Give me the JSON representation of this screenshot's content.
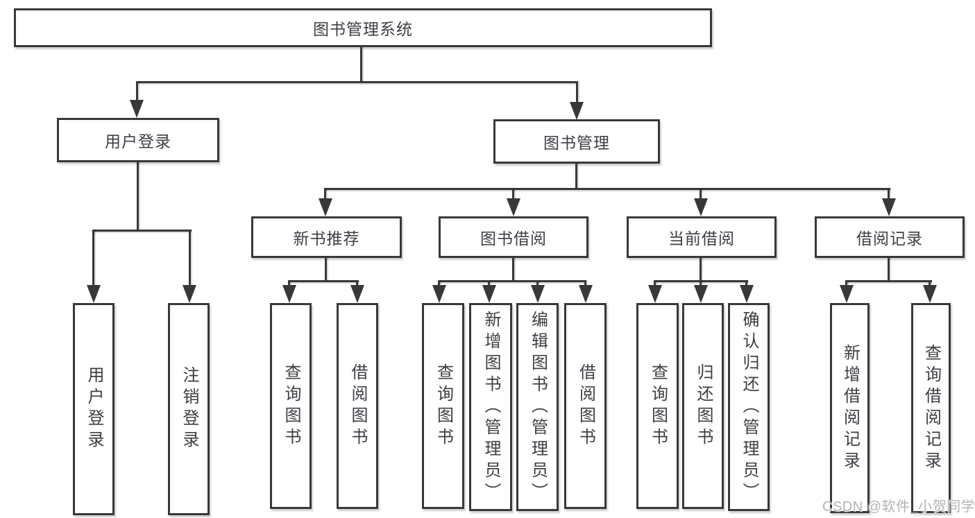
{
  "root": {
    "label": "图书管理系统"
  },
  "branches": {
    "user_login": {
      "label": "用户登录",
      "children": [
        "用户登录",
        "注销登录"
      ]
    },
    "book_management": {
      "label": "图书管理",
      "sections": {
        "new_book_recommend": {
          "label": "新书推荐",
          "children": [
            "查询图书",
            "借阅图书"
          ]
        },
        "book_borrowing": {
          "label": "图书借阅",
          "children": [
            "查询图书",
            "新增图书（管理员）",
            "编辑图书（管理员）",
            "借阅图书"
          ]
        },
        "current_borrowing": {
          "label": "当前借阅",
          "children": [
            "查询图书",
            "归还图书",
            "确认归还（管理员）"
          ]
        },
        "borrowing_records": {
          "label": "借阅记录",
          "children": [
            "新增借阅记录",
            "查询借阅记录"
          ]
        }
      }
    }
  },
  "watermark": "CSDN @软件_小贺同学",
  "colors": {
    "line": "#383838",
    "text": "#3d3d44",
    "background": "#ffffff",
    "watermark": "#b3b3b3"
  }
}
